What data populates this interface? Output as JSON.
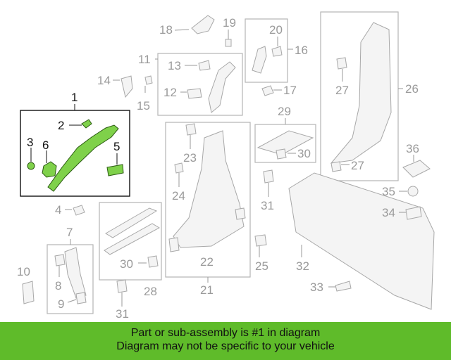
{
  "callouts": {
    "c1": "1",
    "c2": "2",
    "c3": "3",
    "c4": "4",
    "c5": "5",
    "c6": "6",
    "c7": "7",
    "c8": "8",
    "c9": "9",
    "c10": "10",
    "c11": "11",
    "c12": "12",
    "c13": "13",
    "c14": "14",
    "c15": "15",
    "c16": "16",
    "c17": "17",
    "c18": "18",
    "c19": "19",
    "c20": "20",
    "c21": "21",
    "c22": "22",
    "c23": "23",
    "c24": "24",
    "c25": "25",
    "c26": "26",
    "c27a": "27",
    "c27b": "27",
    "c28": "28",
    "c29": "29",
    "c30a": "30",
    "c30b": "30",
    "c31a": "31",
    "c31b": "31",
    "c32": "32",
    "c33": "33",
    "c34": "34",
    "c35": "35",
    "c36": "36"
  },
  "banner": {
    "line1": "Part or sub-assembly is #1 in diagram",
    "line2": "Diagram may not be specific to your vehicle"
  },
  "colors": {
    "highlight": "#7fd14a",
    "banner_bg": "#5fbb2a",
    "line_light": "#b0b0b0"
  }
}
